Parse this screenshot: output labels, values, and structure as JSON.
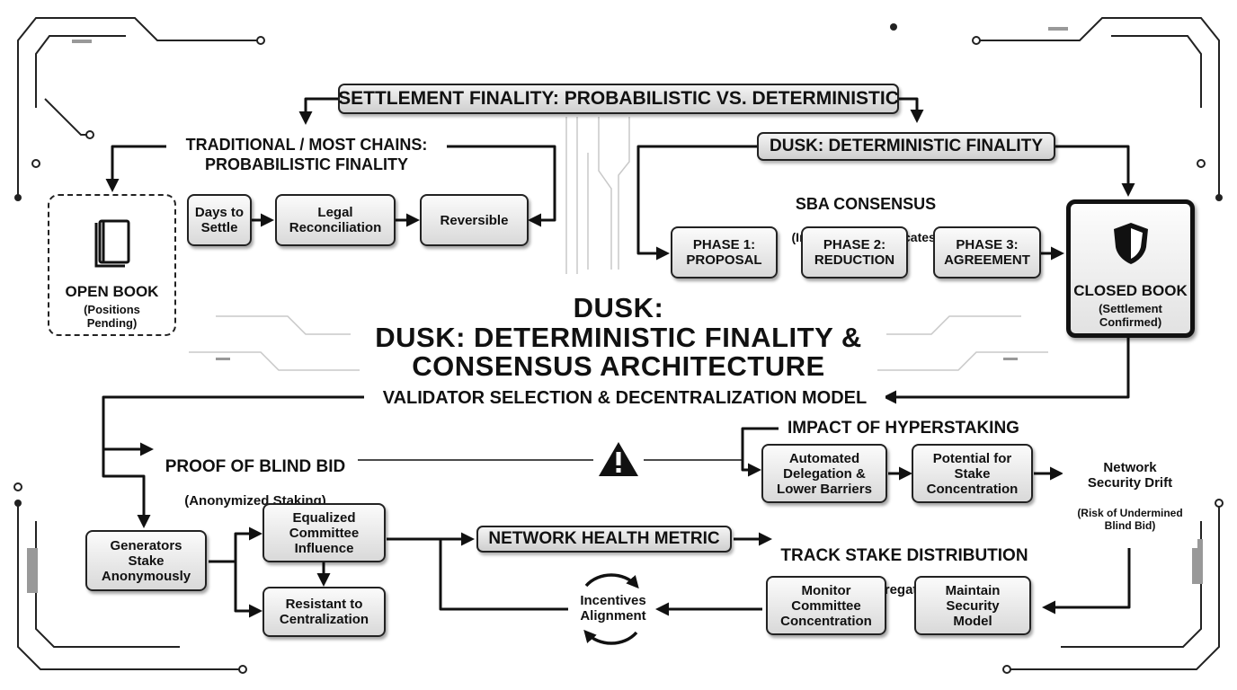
{
  "header": {
    "label": "SETTLEMENT FINALITY: PROBABILISTIC VS. DETERMINISTIC"
  },
  "traditional": {
    "heading": "TRADITIONAL / MOST CHAINS:\nPROBABILISTIC FINALITY",
    "open_book": {
      "title": "OPEN BOOK",
      "subtitle": "(Positions\nPending)"
    },
    "steps": [
      "Days to\nSettle",
      "Legal\nReconciliation",
      "Reversible"
    ]
  },
  "dusk": {
    "heading": "DUSK: DETERMINISTIC FINALITY",
    "sba_title": "SBA CONSENSUS",
    "sba_sub": "(Irreversible Certificates)",
    "phases": [
      "PHASE 1:\nPROPOSAL",
      "PHASE 2:\nREDUCTION",
      "PHASE 3:\nAGREEMENT"
    ],
    "closed_book": {
      "title": "CLOSED BOOK",
      "subtitle": "(Settlement\nConfirmed)"
    }
  },
  "main_title": {
    "line1": "DUSK:",
    "line2": "DUSK: DETERMINISTIC FINALITY &",
    "line3": "CONSENSUS ARCHITECTURE"
  },
  "validator": {
    "heading": "VALIDATOR SELECTION & DECENTRALIZATION MODEL"
  },
  "blind_bid": {
    "title": "PROOF OF BLIND BID",
    "subtitle": "(Anonymized Staking)",
    "generators": "Generators\nStake\nAnonymously",
    "equalized": "Equalized\nCommittee\nInfluence",
    "resistant": "Resistant to\nCentralization"
  },
  "hyperstaking": {
    "heading": "IMPACT OF HYPERSTAKING",
    "automated": "Automated\nDelegation &\nLower Barriers",
    "potential": "Potential for\nStake\nConcentration",
    "drift_title": "Network\nSecurity Drift",
    "drift_sub": "(Risk of Undermined\nBlind Bid)"
  },
  "health": {
    "metric": "NETWORK HEALTH METRIC",
    "track_title": "TRACK STAKE DISTRIBUTION",
    "track_sub": "(Not Aggregate Volume)",
    "maintain": "Maintain\nSecurity\nModel",
    "monitor": "Monitor\nCommittee\nConcentration",
    "incentives": "Incentives\nAlignment"
  },
  "icons": {
    "open_book": "book-icon",
    "closed_book": "shield-icon",
    "warning": "warning-triangle-icon",
    "cycle": "cycle-arrows-icon"
  },
  "colors": {
    "ink": "#111111",
    "box_top": "#fbfbfb",
    "box_bottom": "#d9d9d9",
    "circuit": "#cfcfcf"
  }
}
